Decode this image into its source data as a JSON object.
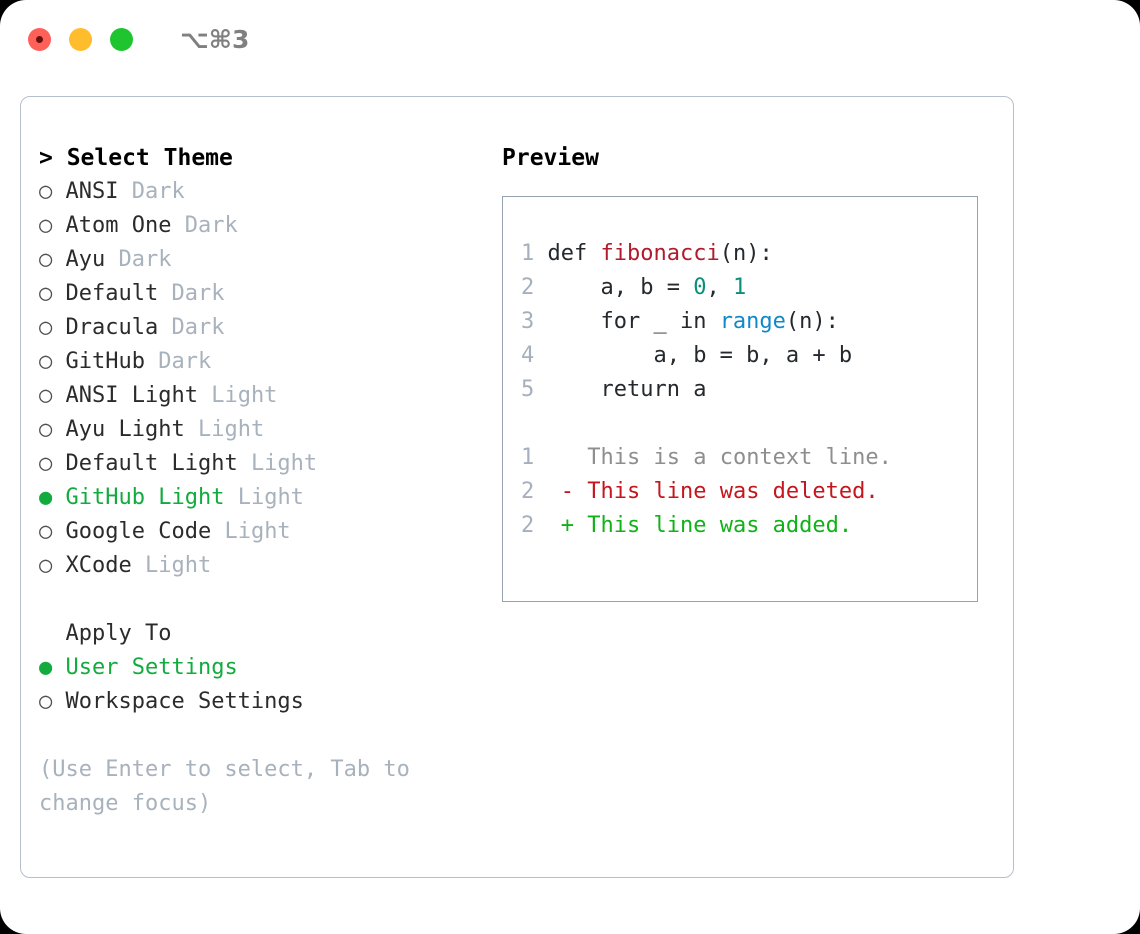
{
  "titlebar": {
    "shortcut": "⌥⌘3",
    "lights": [
      "close",
      "minimize",
      "zoom"
    ]
  },
  "left": {
    "header": "> Select Theme",
    "themes": [
      {
        "bullet": "○",
        "name": "ANSI",
        "tag": "Dark",
        "selected": false
      },
      {
        "bullet": "○",
        "name": "Atom One",
        "tag": "Dark",
        "selected": false
      },
      {
        "bullet": "○",
        "name": "Ayu",
        "tag": "Dark",
        "selected": false
      },
      {
        "bullet": "○",
        "name": "Default",
        "tag": "Dark",
        "selected": false
      },
      {
        "bullet": "○",
        "name": "Dracula",
        "tag": "Dark",
        "selected": false
      },
      {
        "bullet": "○",
        "name": "GitHub",
        "tag": "Dark",
        "selected": false
      },
      {
        "bullet": "○",
        "name": "ANSI Light",
        "tag": "Light",
        "selected": false
      },
      {
        "bullet": "○",
        "name": "Ayu Light",
        "tag": "Light",
        "selected": false
      },
      {
        "bullet": "○",
        "name": "Default Light",
        "tag": "Light",
        "selected": false
      },
      {
        "bullet": "●",
        "name": "GitHub Light",
        "tag": "Light",
        "selected": true
      },
      {
        "bullet": "○",
        "name": "Google Code",
        "tag": "Light",
        "selected": false
      },
      {
        "bullet": "○",
        "name": "XCode",
        "tag": "Light",
        "selected": false
      }
    ],
    "apply_to_title": "  Apply To",
    "apply_to": [
      {
        "bullet": "●",
        "name": "User Settings",
        "selected": true
      },
      {
        "bullet": "○",
        "name": "Workspace Settings",
        "selected": false
      }
    ],
    "hint": "(Use Enter to select, Tab to change focus)"
  },
  "right": {
    "title": "Preview",
    "code_lines": [
      {
        "num": "1",
        "tokens": [
          {
            "t": "def ",
            "c": "plain"
          },
          {
            "t": "fibonacci",
            "c": "fn"
          },
          {
            "t": "(n):",
            "c": "plain"
          }
        ]
      },
      {
        "num": "2",
        "tokens": [
          {
            "t": "    a, b = ",
            "c": "plain"
          },
          {
            "t": "0",
            "c": "num"
          },
          {
            "t": ", ",
            "c": "plain"
          },
          {
            "t": "1",
            "c": "num"
          }
        ]
      },
      {
        "num": "3",
        "tokens": [
          {
            "t": "    for _ in ",
            "c": "plain"
          },
          {
            "t": "range",
            "c": "call"
          },
          {
            "t": "(n):",
            "c": "plain"
          }
        ]
      },
      {
        "num": "4",
        "tokens": [
          {
            "t": "        a, b = b, a + b",
            "c": "plain"
          }
        ]
      },
      {
        "num": "5",
        "tokens": [
          {
            "t": "    return a",
            "c": "plain"
          }
        ]
      }
    ],
    "diff_lines": [
      {
        "num": "1",
        "marker": "  ",
        "text": "This is a context line.",
        "kind": "ctx"
      },
      {
        "num": "2",
        "marker": "- ",
        "text": "This line was deleted.",
        "kind": "del"
      },
      {
        "num": "2",
        "marker": "+ ",
        "text": "This line was added.",
        "kind": "add"
      }
    ]
  },
  "colors": {
    "accent_green": "#12ab3e",
    "muted": "#a8b2bd",
    "border": "#b6c0cc",
    "preview_border": "#96a2b0",
    "diff_add": "#11b219",
    "diff_del": "#c4161c"
  }
}
